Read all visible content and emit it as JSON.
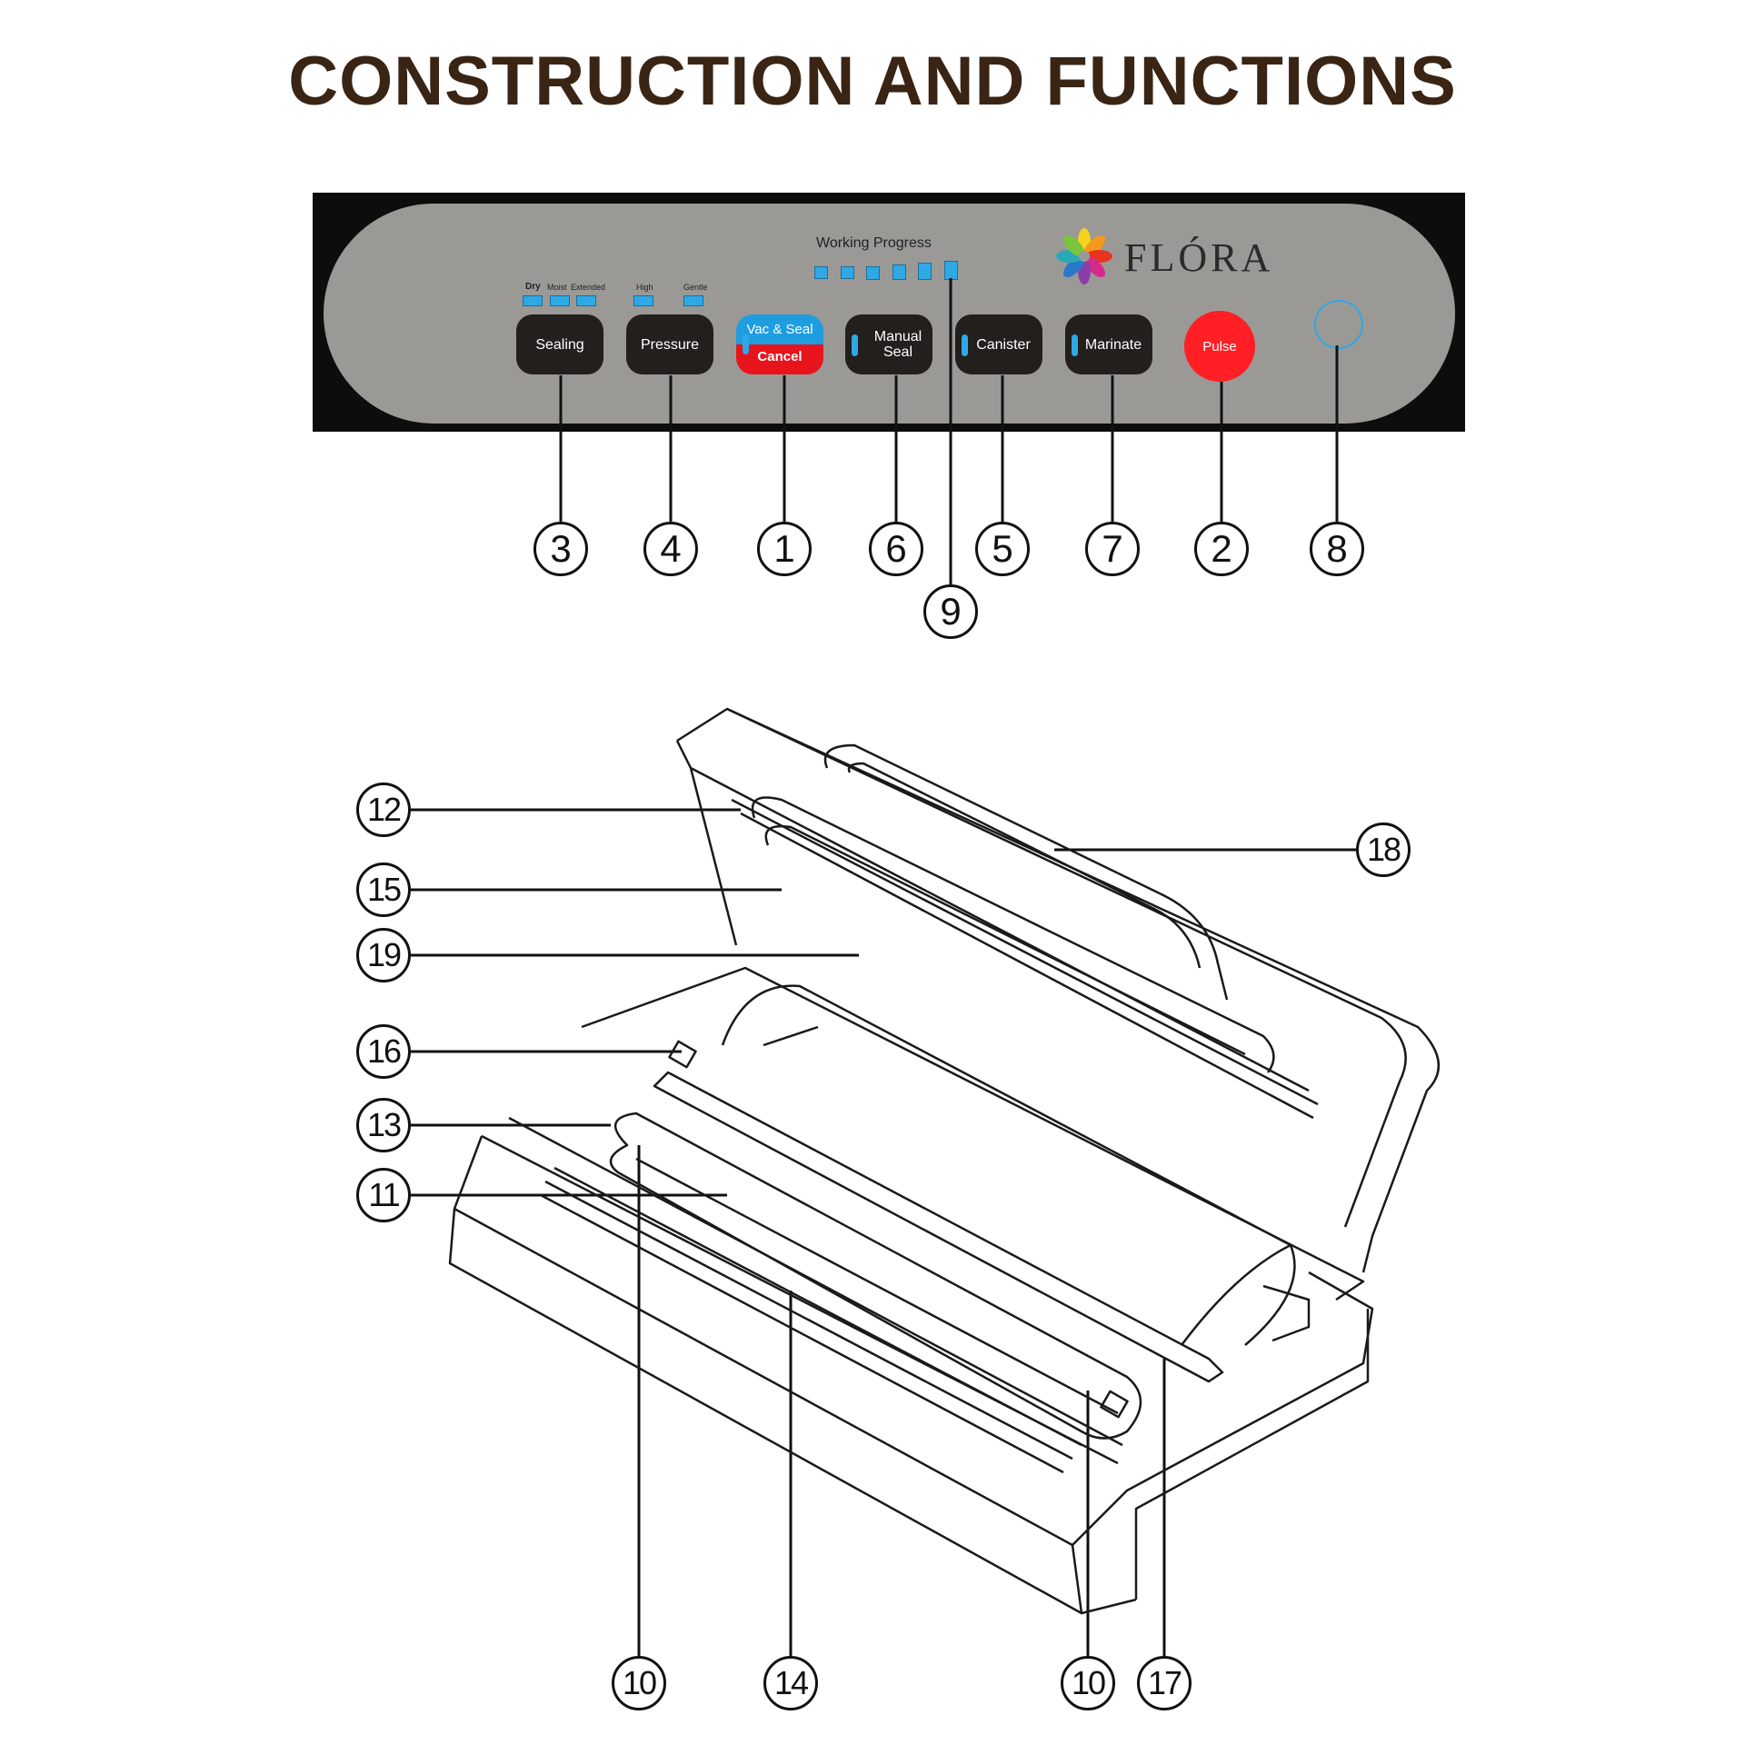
{
  "title": "CONSTRUCTION AND FUNCTIONS",
  "panel": {
    "brand": "FLÓRA",
    "working_progress_label": "Working Progress",
    "sealing_options": {
      "dry": "Dry",
      "moist": "Moist",
      "extended": "Extended"
    },
    "pressure_options": {
      "high": "High",
      "gentle": "Gentle"
    },
    "buttons": {
      "sealing": "Sealing",
      "pressure": "Pressure",
      "vac_seal": "Vac & Seal",
      "cancel": "Cancel",
      "manual_seal_line1": "Manual",
      "manual_seal_line2": "Seal",
      "canister": "Canister",
      "marinate": "Marinate",
      "pulse": "Pulse"
    },
    "colors": {
      "led": "#2fa8e6",
      "vac": "#1e9de0",
      "cancel": "#e8141c",
      "pulse": "#ff1f24",
      "panel": "#9a9996"
    }
  },
  "callouts": {
    "c3": "3",
    "c4": "4",
    "c1": "1",
    "c6": "6",
    "c5": "5",
    "c7": "7",
    "c2": "2",
    "c8": "8",
    "c9": "9",
    "c12": "12",
    "c15": "15",
    "c19": "19",
    "c16": "16",
    "c13": "13",
    "c11": "11",
    "c18": "18",
    "c10a": "10",
    "c14": "14",
    "c10b": "10",
    "c17": "17"
  }
}
